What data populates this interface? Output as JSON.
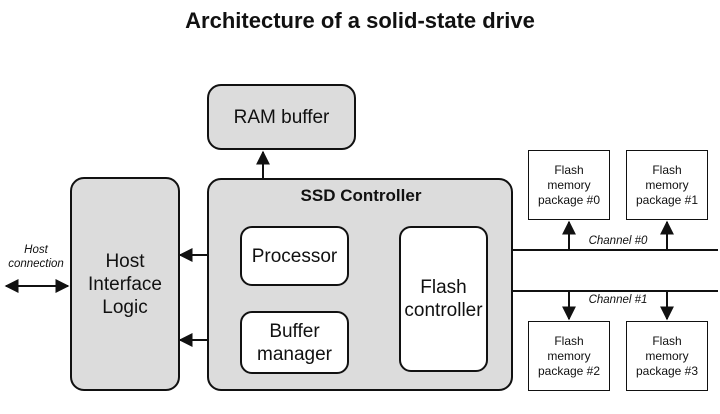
{
  "title": "Architecture of a solid-state drive",
  "host_connection": "Host\nconnection",
  "host_interface_logic": "Host\nInterface\nLogic",
  "ram_buffer": "RAM buffer",
  "ssd_controller": "SSD Controller",
  "processor": "Processor",
  "buffer_manager": "Buffer\nmanager",
  "flash_controller": "Flash\ncontroller",
  "channels": [
    "Channel #0",
    "Channel #1"
  ],
  "flash_packages": [
    "Flash\nmemory\npackage #0",
    "Flash\nmemory\npackage #1",
    "Flash\nmemory\npackage #2",
    "Flash\nmemory\npackage #3"
  ],
  "colors": {
    "component_fill": "#dcdcdc",
    "stroke": "#111111"
  }
}
